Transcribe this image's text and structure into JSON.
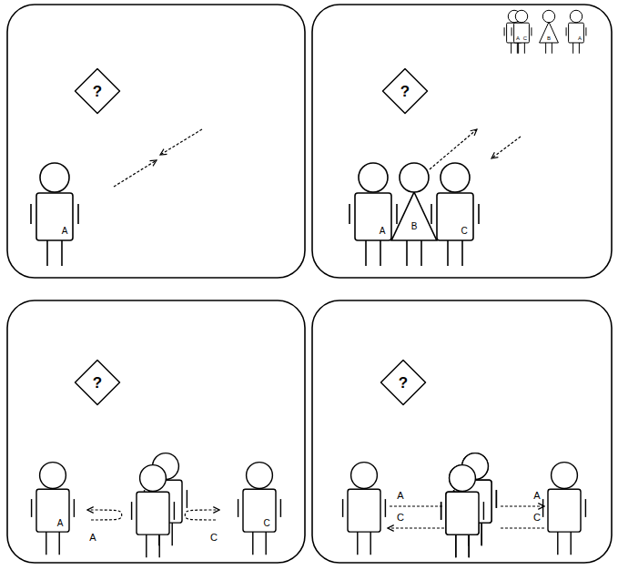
{
  "diagram": {
    "nodes": [
      {
        "text": [
          "?"
        ]
      },
      {
        "text": [
          "?"
        ]
      },
      {
        "text": [
          "?"
        ]
      },
      {
        "text": [
          "?"
        ]
      }
    ],
    "labels": [
      "A",
      "A",
      "A",
      "B",
      "C",
      "C",
      "B",
      "A",
      "A",
      "C",
      "A",
      "C",
      "A",
      "A",
      "C",
      "C"
    ]
  }
}
